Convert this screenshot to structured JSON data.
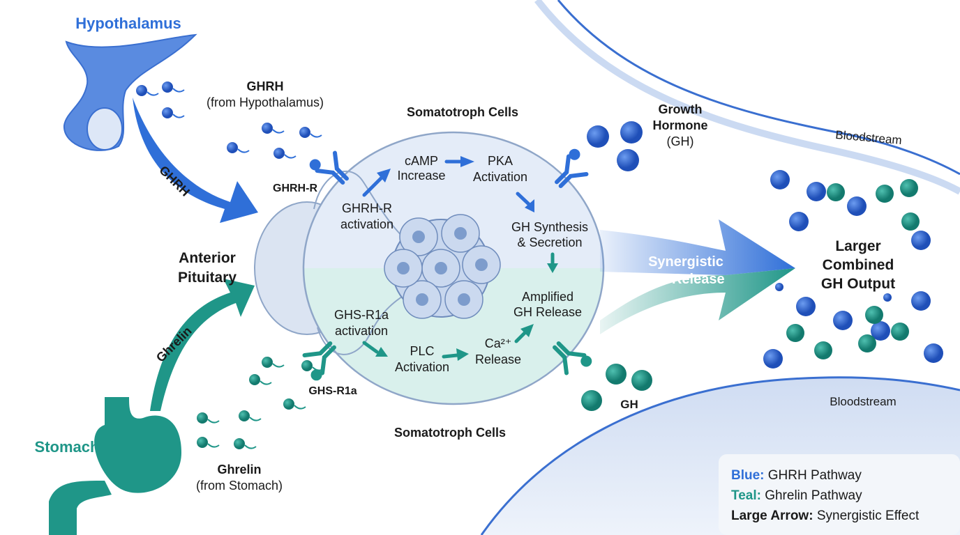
{
  "colors": {
    "blue": "#2f6fd8",
    "teal": "#1f9688",
    "cell_fill": "#dfe8f6",
    "cell_stroke": "#8fa6c8",
    "teal_fill": "#d9f0ec"
  },
  "labels": {
    "hypothalamus": "Hypothalamus",
    "stomach": "Stomach",
    "ghrh_arrow": "GHRH",
    "ghrelin_arrow": "Ghrelin",
    "ghrh_title": "GHRH",
    "ghrh_sub": "(from Hypothalamus)",
    "ghrelin_title": "Ghrelin",
    "ghrelin_sub": "(from Stomach)",
    "ghrh_r": "GHRH-R",
    "ghs_r1a": "GHS-R1a",
    "anterior_1": "Anterior",
    "anterior_2": "Pituitary",
    "somatotroph_top": "Somatotroph Cells",
    "somatotroph_bottom": "Somatotroph Cells",
    "growth_hormone_1": "Growth",
    "growth_hormone_2": "Hormone",
    "growth_hormone_3": "(GH)",
    "gh": "GH",
    "bloodstream_top": "Bloodstream",
    "bloodstream_bottom": "Bloodstream",
    "synergistic_1": "Synergistic",
    "synergistic_2": "GH Release",
    "output_1": "Larger",
    "output_2": "Combined",
    "output_3": "GH Output"
  },
  "steps": {
    "ghrh_activation": [
      "GHRH-R",
      "activation"
    ],
    "camp": [
      "cAMP",
      "Increase"
    ],
    "pka": [
      "PKA",
      "Activation"
    ],
    "synthesis": [
      "GH Synthesis",
      "& Secretion"
    ],
    "amplified": [
      "Amplified",
      "GH Release"
    ],
    "ghs_activation": [
      "GHS-R1a",
      "activation"
    ],
    "plc": [
      "PLC",
      "Activation"
    ],
    "ca": [
      "Ca²⁺",
      "Release"
    ]
  },
  "legend": [
    {
      "key": "Blue:",
      "text": " GHRH Pathway",
      "color": "#2f6fd8"
    },
    {
      "key": "Teal:",
      "text": " Ghrelin Pathway",
      "color": "#1f9688"
    },
    {
      "key": "Large Arrow:",
      "text": " Synergistic Effect",
      "color": "#111111"
    }
  ]
}
